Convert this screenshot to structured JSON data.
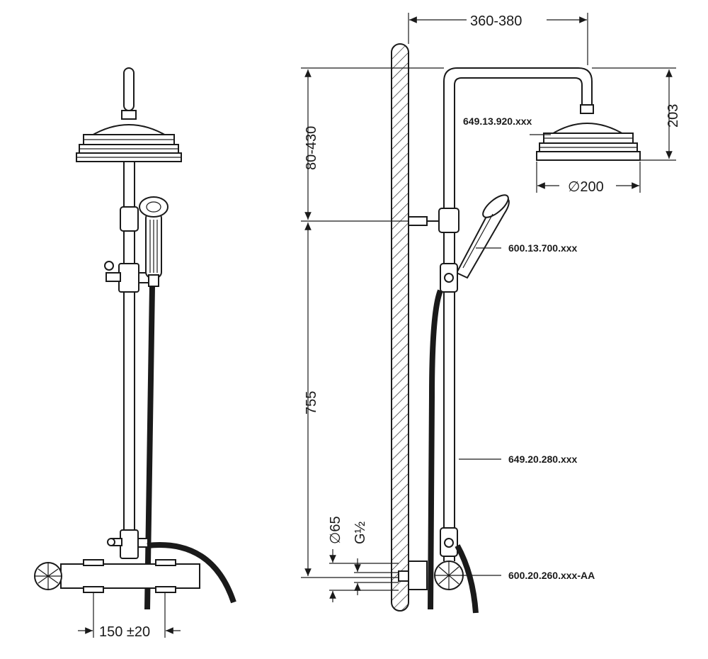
{
  "dimensions": {
    "bar_spacing": "150 ±20",
    "projection": "360-380",
    "head_drop": "203",
    "head_height_range": "80-430",
    "head_diameter": "∅200",
    "bar_length": "755",
    "outlet_diameter": "∅65",
    "thread": "G½"
  },
  "parts": {
    "shower_head": "649.13.920.xxx",
    "hand_shower": "600.13.700.xxx",
    "riser_rail": "649.20.280.xxx",
    "thermostat": "600.20.260.xxx-AA"
  },
  "hatch_pattern": "wall-hatch"
}
